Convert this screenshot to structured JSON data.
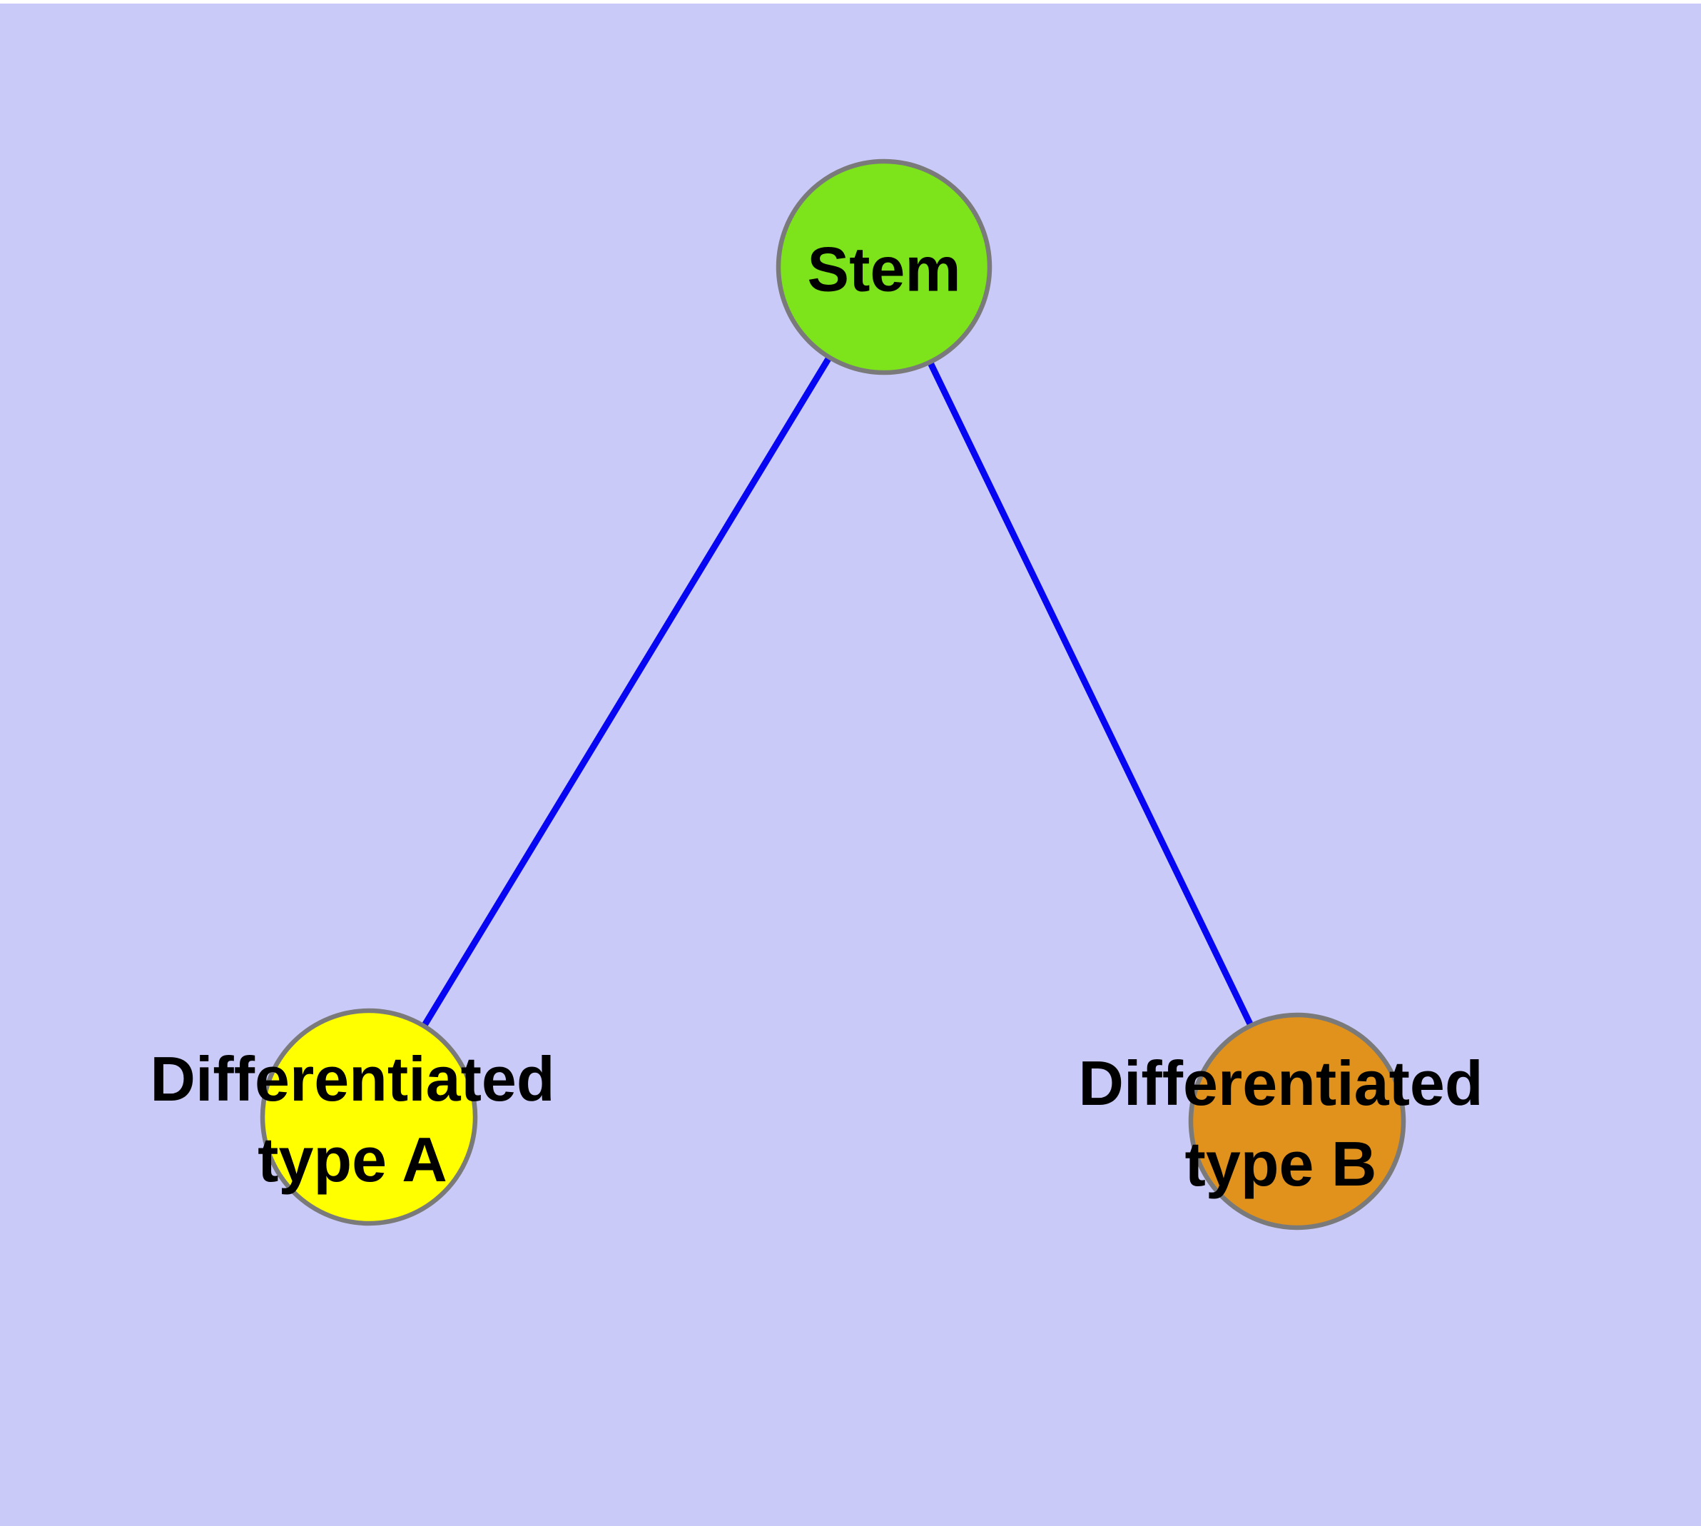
{
  "diagram": {
    "background": "#cacaf8",
    "text_color": "#000000",
    "edge_color": "#0606f2",
    "node_border_color": "#7a7a7a",
    "nodes": {
      "stem": {
        "label": "Stem",
        "fill": "#7de31a"
      },
      "type_a": {
        "label": "Differentiated type A",
        "label_line1": "Differentiated",
        "label_line2": "type A",
        "fill": "#ffff00"
      },
      "type_b": {
        "label": "Differentiated type B",
        "label_line1": "Differentiated",
        "label_line2": "type B",
        "fill": "#e0921c"
      }
    },
    "edges": [
      {
        "from": "Stem",
        "to": "Differentiated type A"
      },
      {
        "from": "Stem",
        "to": "Differentiated type B"
      }
    ]
  }
}
